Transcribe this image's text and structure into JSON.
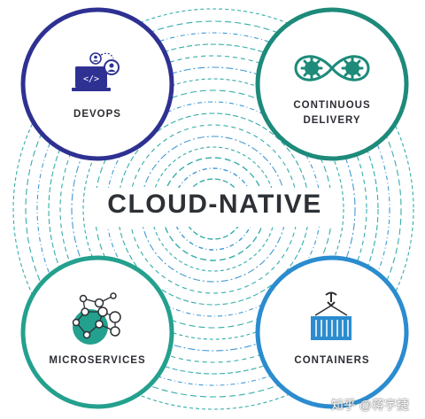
{
  "center": {
    "title": "CLOUD-NATIVE"
  },
  "nodes": {
    "devops": {
      "label": "DEVOPS",
      "ring_color": "#2e3192"
    },
    "continuous_delivery": {
      "label_line1": "CONTINUOUS",
      "label_line2": "DELIVERY",
      "ring_color": "#1d8a7a"
    },
    "microservices": {
      "label": "MICROSERVICES",
      "ring_color": "#24a08e"
    },
    "containers": {
      "label": "CONTAINERS",
      "ring_color": "#2b8ccf"
    }
  },
  "colors": {
    "waves_teal": "#1fa4a0",
    "waves_blue": "#2d8fd0",
    "text_dark": "#2b2e33"
  },
  "icons": {
    "devops": "laptop-with-user-icon",
    "continuous_delivery": "gears-infinity-loop-icon",
    "microservices": "network-nodes-icon",
    "containers": "shipping-container-crane-icon"
  },
  "watermark": {
    "text": "知乎 @蒋宇捷"
  }
}
